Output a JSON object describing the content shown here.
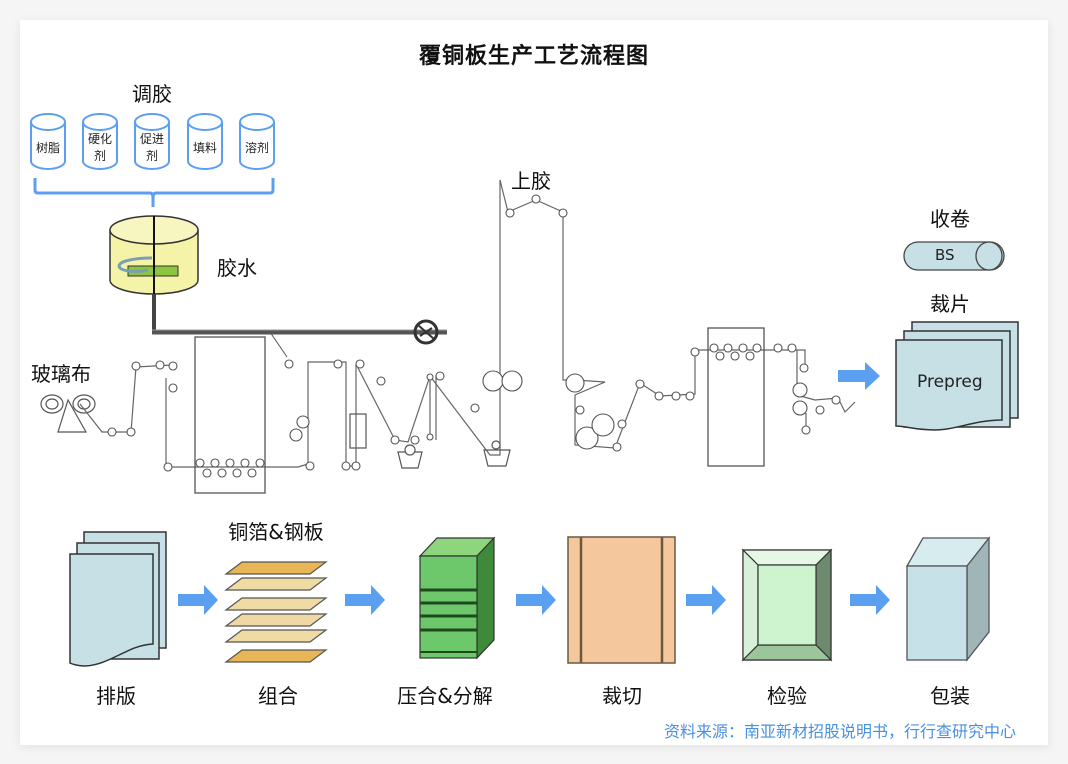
{
  "title": "覆铜板生产工艺流程图",
  "colors": {
    "accent_blue": "#4a90e2",
    "arrow_blue": "#5a9ff0",
    "can_stroke": "#5b9ff0",
    "tank_fill": "#f5f3a8",
    "paddle_green": "#8cc63f",
    "sheet_fill": "#c6e0e6",
    "stack_green": "#6cc86a",
    "cut_orange": "#f4c89c",
    "inspect_green": "#cdf3cf",
    "box_blue": "#c6e2e8",
    "copper_gold": "#e8b657"
  },
  "mixing": {
    "label": "调胶",
    "ingredients": [
      {
        "line1": "树脂",
        "line2": ""
      },
      {
        "line1": "硬化",
        "line2": "剂"
      },
      {
        "line1": "促进",
        "line2": "剂"
      },
      {
        "line1": "填料",
        "line2": ""
      },
      {
        "line1": "溶剂",
        "line2": ""
      }
    ],
    "tank_label": "胶水"
  },
  "process": {
    "glass_cloth_label": "玻璃布",
    "gluing_label": "上胶",
    "winding_label": "收卷",
    "winding_roll_text": "BS",
    "cutting_sheet_label": "裁片",
    "prepreg_text": "Prepreg"
  },
  "steps": [
    {
      "id": "layup",
      "label": "排版",
      "top_label": ""
    },
    {
      "id": "combine",
      "label": "组合",
      "top_label": "铜箔&钢板"
    },
    {
      "id": "press",
      "label": "压合&分解",
      "top_label": ""
    },
    {
      "id": "cut",
      "label": "裁切",
      "top_label": ""
    },
    {
      "id": "inspect",
      "label": "检验",
      "top_label": ""
    },
    {
      "id": "pack",
      "label": "包装",
      "top_label": ""
    }
  ],
  "source": "资料来源：南亚新材招股说明书，行行查研究中心"
}
